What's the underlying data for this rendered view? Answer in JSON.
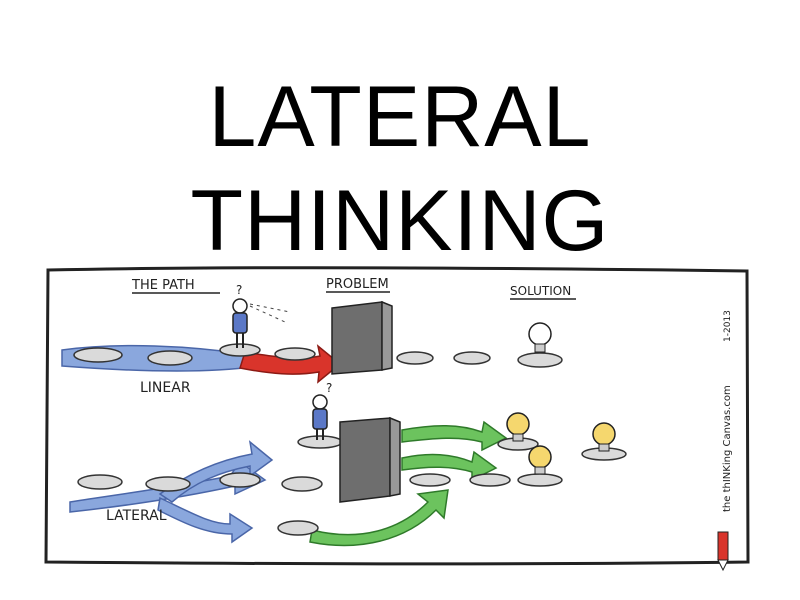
{
  "title": {
    "line1": "LATERAL",
    "line2": "THINKING"
  },
  "labels": {
    "the_path": "THE PATH",
    "problem": "PROBLEM",
    "solution": "SOLUTION",
    "linear": "LINEAR",
    "lateral": "LATERAL",
    "question_mark": "?"
  },
  "credit": {
    "brand": "the thINKing Canvas.com",
    "date": "1-2013"
  },
  "colors": {
    "arrow_red": "#d9342b",
    "arrow_blue": "#6f8fd0",
    "arrow_green": "#4fb24a",
    "stepping_stone": "#dadada",
    "wall": "#6e6e6e",
    "bulb_glow": "#f2c53d"
  },
  "icons": [
    "person-icon",
    "wall-icon",
    "lightbulb-icon",
    "arrow-icon",
    "pencil-icon"
  ]
}
